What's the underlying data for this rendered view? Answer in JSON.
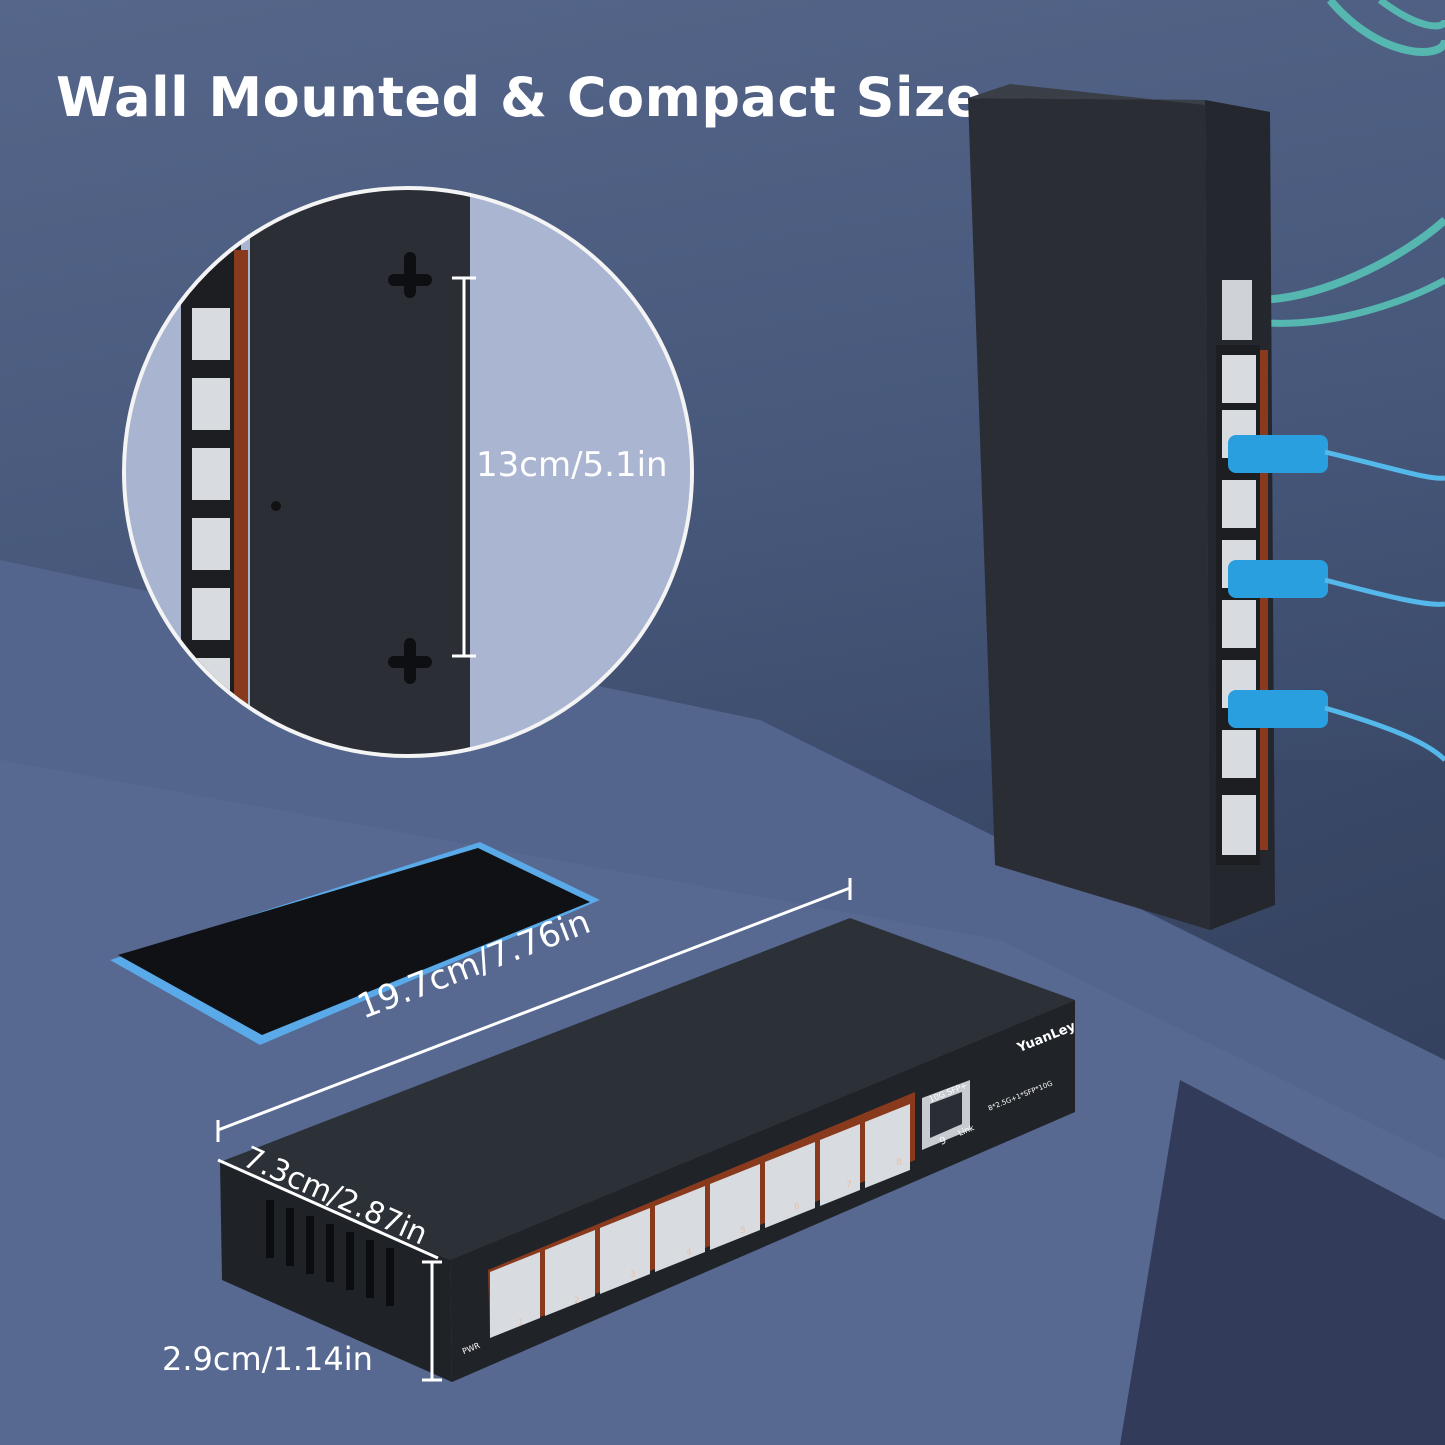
{
  "headline": "Wall Mounted & Compact Size",
  "dimensions": {
    "mount_spacing": "13cm/5.1in",
    "length": "19.7cm/7.76in",
    "width": "7.3cm/2.87in",
    "height": "2.9cm/1.14in"
  },
  "device": {
    "brand": "YuanLey",
    "sfp_label": "10G SFP+",
    "link_label": "Link",
    "pwr_label": "PWR",
    "sfp_port_number": "9",
    "spec_text": "8*2.5G+1*SFP*10G",
    "port_numbers": [
      "1",
      "2",
      "3",
      "4",
      "5",
      "6",
      "7",
      "8"
    ]
  },
  "colors": {
    "background": "#47587b",
    "device_body": "#2a2d33",
    "orange_strip": "#8a3a1c",
    "cable_blue": "#2a9fe0",
    "fiber_teal": "#56b6b0"
  },
  "icons": [
    "keyhole-slot-icon",
    "smartphone",
    "ethernet-cable",
    "fiber-cable"
  ]
}
